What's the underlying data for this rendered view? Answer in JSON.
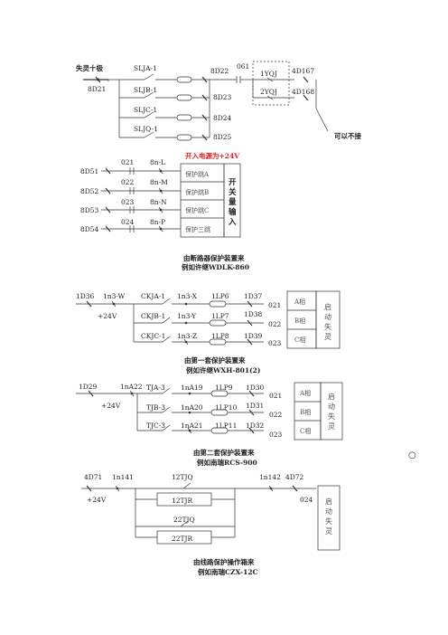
{
  "diagram1": {
    "lamp_title": "失灵十极",
    "terminal_d21": "8D21",
    "contacts": [
      "SLJA-1",
      "SLJB-1",
      "SLJC-1",
      "SLJQ-1"
    ],
    "terminals_right": [
      "8D22",
      "8D23",
      "8D24",
      "8D25"
    ],
    "code_061": "061",
    "relays": [
      "1YQJ",
      "2YQJ"
    ],
    "outputs": [
      "4D167",
      "4D168"
    ],
    "note": "可以不接"
  },
  "diagram2": {
    "title_red": "开入电源为+24V",
    "terminals": [
      "8D51",
      "8D52",
      "8D53",
      "8D54"
    ],
    "codes": [
      "021",
      "022",
      "023",
      "024"
    ],
    "pins": [
      "8n-L",
      "8n-M",
      "8n-N",
      "8n-P"
    ],
    "box_rows": [
      "保护跳A",
      "保护跳B",
      "保护跳C",
      "保护三跳"
    ],
    "box_right": [
      "开",
      "关",
      "量",
      "输",
      "入"
    ],
    "caption": [
      "由断路器保护装置来",
      "例如许继WDLK-860"
    ]
  },
  "diagram3": {
    "left": "1D36",
    "pin": "1n3-W",
    "supply": "+24V",
    "contacts": [
      "CKJA-1",
      "CKJB-1",
      "CKJC-1"
    ],
    "mid_pins": [
      "1n3-X",
      "1n3-Y",
      "1n3-Z"
    ],
    "links": [
      "1LP6",
      "1LP7",
      "1LP8"
    ],
    "terms": [
      "1D37",
      "1D38",
      "1D39"
    ],
    "codes": [
      "021",
      "022",
      "023"
    ],
    "phases": [
      "A相",
      "B相",
      "C相"
    ],
    "side": [
      "启",
      "动",
      "失",
      "灵"
    ],
    "caption": [
      "由第一套保护装置来",
      "例如许继WXH-801(2)"
    ]
  },
  "diagram4": {
    "left": "1D29",
    "pin": "1nA22",
    "supply": "+24V",
    "contacts": [
      "TJA-3",
      "TJB-3",
      "TJC-3"
    ],
    "mid_pins": [
      "1nA19",
      "1nA20",
      "1nA21"
    ],
    "links": [
      "1LP9",
      "1LP10",
      "1LP11"
    ],
    "terms": [
      "1D30",
      "1D31",
      "1D32"
    ],
    "codes": [
      "021",
      "022",
      "023"
    ],
    "phases": [
      "A相",
      "B相",
      "C相"
    ],
    "side": [
      "启",
      "动",
      "失",
      "灵"
    ],
    "caption": [
      "由第二套保护装置来",
      "例如南瑞RCS-900"
    ],
    "marker": "○"
  },
  "diagram5": {
    "left": "4D71",
    "pin_left": "1n141",
    "supply": "+24V",
    "top_contact": "12TJQ",
    "pin_right": "1n142",
    "right": "4D72",
    "code": "024",
    "boxes": [
      "12TJR",
      "22TJQ",
      "22TJR"
    ],
    "side": [
      "启",
      "动",
      "失",
      "灵"
    ],
    "caption": [
      "由线路保护操作箱来",
      "例如南瑞CZX-12C"
    ]
  }
}
